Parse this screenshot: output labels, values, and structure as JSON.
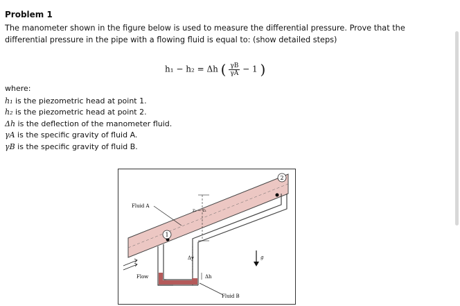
{
  "problem": {
    "title": "Problem 1",
    "statement_line1": "The manometer shown in the figure below is used to measure the differential pressure. Prove that the",
    "statement_line2": "differential pressure in the pipe with a flowing fluid is equal to: (show detailed steps)"
  },
  "formula": {
    "lhs": "h₁ − h₂ = Δh",
    "num": "γB",
    "den": "γA",
    "tail": "− 1"
  },
  "where": {
    "label": "where:",
    "definitions": [
      {
        "sym": "h₁",
        "text": "is the piezometric head at point 1."
      },
      {
        "sym": "h₂",
        "text": "is the piezometric head at point 2."
      },
      {
        "sym": "Δh",
        "text": "is the deflection of the manometer fluid."
      },
      {
        "sym": "γA",
        "text": "is the specific gravity of fluid A."
      },
      {
        "sym": "γB",
        "text": "is the specific gravity of fluid B."
      }
    ]
  },
  "figure": {
    "fluid_a": "Fluid A",
    "fluid_b": "Fluid B",
    "flow": "Flow",
    "point1": "1",
    "point2": "2",
    "z_label": "z₂ − z₁",
    "dy_label": "Δy",
    "dh_label": "Δh",
    "g_label": "g"
  },
  "colors": {
    "pipe_fill": "#ecc7c3",
    "manometer_fluid": "#b45a5a"
  }
}
